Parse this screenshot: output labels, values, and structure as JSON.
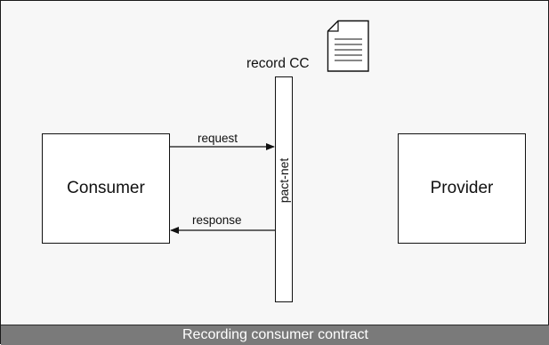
{
  "diagram": {
    "consumer_label": "Consumer",
    "provider_label": "Provider",
    "proxy_label": "pact-net",
    "request_label": "request",
    "response_label": "response",
    "record_label": "record CC",
    "record_icon": "document-icon"
  },
  "caption": "Recording consumer contract",
  "colors": {
    "caption_bar": "#7a7a7a",
    "caption_text": "#ffffff",
    "stroke": "#111111",
    "background": "#f7f7f7"
  }
}
